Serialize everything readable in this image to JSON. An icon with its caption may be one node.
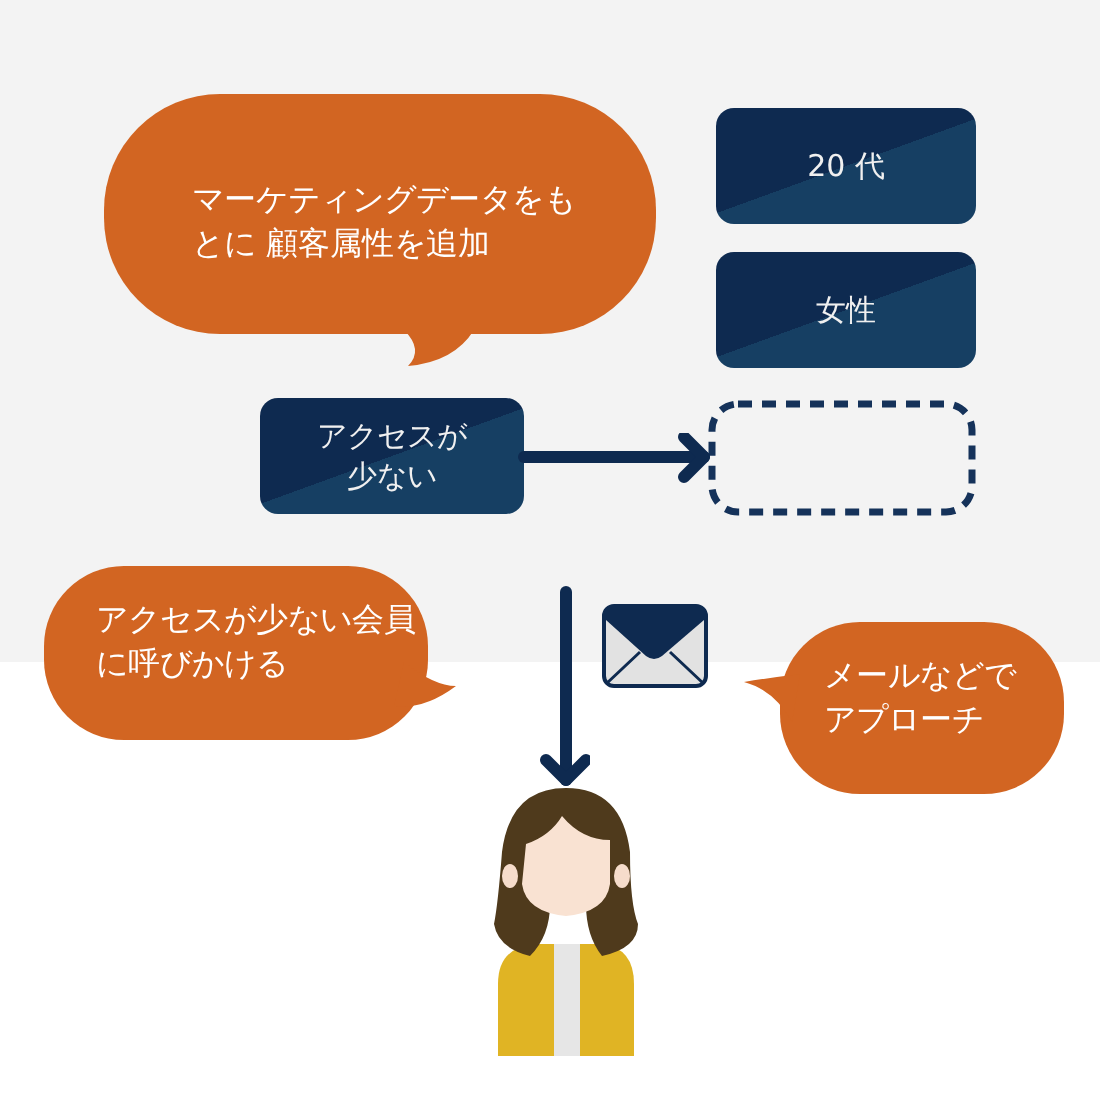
{
  "diagram": {
    "nodes": [
      {
        "text": [
          "マーケティングデータをもとに 顧客属性を追加"
        ]
      },
      {
        "text": [
          "20 代"
        ]
      },
      {
        "text": [
          "女性"
        ]
      },
      {
        "text": [
          "アクセスが少ない"
        ]
      },
      {
        "text": [],
        "shape": "box"
      },
      {
        "text": [
          "アクセスが少ない会員に呼びかける"
        ]
      },
      {
        "text": [
          "メールなどでアプローチ"
        ]
      },
      {
        "text": [],
        "shape": "person"
      }
    ],
    "edges": [
      {
        "from": 3,
        "to": 4,
        "arrow": "to"
      },
      {
        "from": null,
        "to": 7,
        "arrow": "to"
      }
    ]
  }
}
